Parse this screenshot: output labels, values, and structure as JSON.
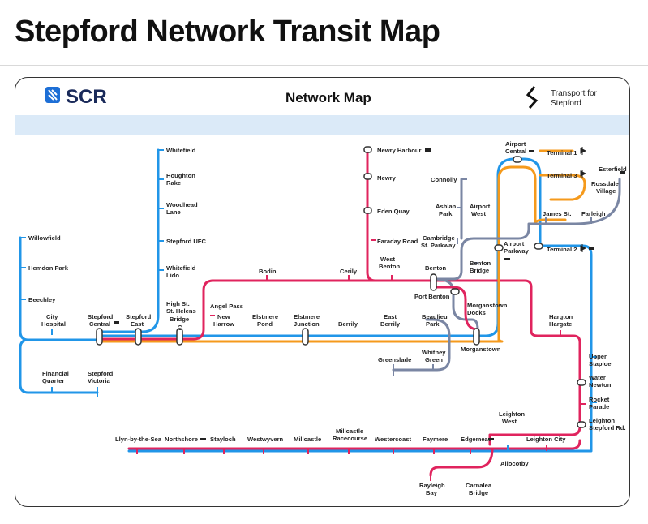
{
  "page": {
    "title": "Stepford Network Transit Map"
  },
  "header": {
    "logo_text": "SCR",
    "map_title": "Network Map",
    "operator_line1": "Transport for",
    "operator_line2": "Stepford"
  },
  "colors": {
    "blue_line": "#2196e8",
    "red_line": "#e0245e",
    "orange_line": "#f59a1c",
    "grey_line": "#7a86a3",
    "band": "#dbeaf8"
  },
  "icons": [
    "scr-logo-icon",
    "transport-for-stepford-logo-icon",
    "airplane-icon",
    "ferry-icon",
    "train-icon",
    "ship-icon"
  ],
  "stations": {
    "whitefield": "Whitefield",
    "houghton_rake_1": "Houghton",
    "houghton_rake_2": "Rake",
    "woodhead_lane_1": "Woodhead",
    "woodhead_lane_2": "Lane",
    "stepford_ufc": "Stepford UFC",
    "whitefield_lido_1": "Whitefield",
    "whitefield_lido_2": "Lido",
    "high_st_1": "High St.",
    "high_st_2": "St. Helens",
    "high_st_3": "Bridge",
    "willowfield": "Willowfield",
    "hemdon_park": "Hemdon Park",
    "beechley": "Beechley",
    "city_hospital_1": "City",
    "city_hospital_2": "Hospital",
    "stepford_central_1": "Stepford",
    "stepford_central_2": "Central",
    "stepford_east_1": "Stepford",
    "stepford_east_2": "East",
    "financial_quarter_1": "Financial",
    "financial_quarter_2": "Quarter",
    "stepford_victoria_1": "Stepford",
    "stepford_victoria_2": "Victoria",
    "angel_pass": "Angel Pass",
    "new_harrow_1": "New",
    "new_harrow_2": "Harrow",
    "elstmere_pond_1": "Elstmere",
    "elstmere_pond_2": "Pond",
    "elstmere_junction_1": "Elstmere",
    "elstmere_junction_2": "Junction",
    "berrily": "Berrily",
    "east_berrily_1": "East",
    "east_berrily_2": "Berrily",
    "beaulieu_park_1": "Beaulieu",
    "beaulieu_park_2": "Park",
    "bodin": "Bodin",
    "cerily": "Cerily",
    "newry_harbour": "Newry Harbour",
    "newry": "Newry",
    "eden_quay": "Eden Quay",
    "faraday_road": "Faraday Road",
    "west_benton_1": "West",
    "west_benton_2": "Benton",
    "benton": "Benton",
    "port_benton": "Port Benton",
    "connolly": "Connolly",
    "ashlan_park_1": "Ashlan",
    "ashlan_park_2": "Park",
    "cambridge_1": "Cambridge",
    "cambridge_2": "St. Parkway",
    "benton_bridge_1": "Benton",
    "benton_bridge_2": "Bridge",
    "airport_west_1": "Airport",
    "airport_west_2": "West",
    "airport_central_1": "Airport",
    "airport_central_2": "Central",
    "airport_parkway_1": "Airport",
    "airport_parkway_2": "Parkway",
    "terminal_1": "Terminal 1",
    "terminal_2": "Terminal 2",
    "terminal_3": "Terminal 3",
    "esterfield": "Esterfield",
    "rossdale_1": "Rossdale",
    "rossdale_2": "Village",
    "james_st": "James St.",
    "farleigh": "Farleigh",
    "morganstown_docks_1": "Morganstown",
    "morganstown_docks_2": "Docks",
    "morganstown": "Morganstown",
    "greenslade": "Greenslade",
    "whitney_green_1": "Whitney",
    "whitney_green_2": "Green",
    "hargton_1": "Hargton",
    "hargton_2": "Hargate",
    "upper_staploe_1": "Upper",
    "upper_staploe_2": "Staploe",
    "water_newton_1": "Water",
    "water_newton_2": "Newton",
    "rocket_parade_1": "Rocket",
    "rocket_parade_2": "Parade",
    "leighton_stepford_1": "Leighton",
    "leighton_stepford_2": "Stepford Rd.",
    "llyn": "Llyn-by-the-Sea",
    "northshore": "Northshore",
    "stayloch": "Stayloch",
    "westwyvern": "Westwyvern",
    "millcastle": "Millcastle",
    "millcastle_rc_1": "Millcastle",
    "millcastle_rc_2": "Racecourse",
    "westercoast": "Westercoast",
    "faymere": "Faymere",
    "edgemead": "Edgemead",
    "leighton_west_1": "Leighton",
    "leighton_west_2": "West",
    "leighton_city": "Leighton City",
    "allocotby": "Allocotby",
    "rayleigh_bay_1": "Rayleigh",
    "rayleigh_bay_2": "Bay",
    "carnalea_1": "Carnalea",
    "carnalea_2": "Bridge"
  }
}
